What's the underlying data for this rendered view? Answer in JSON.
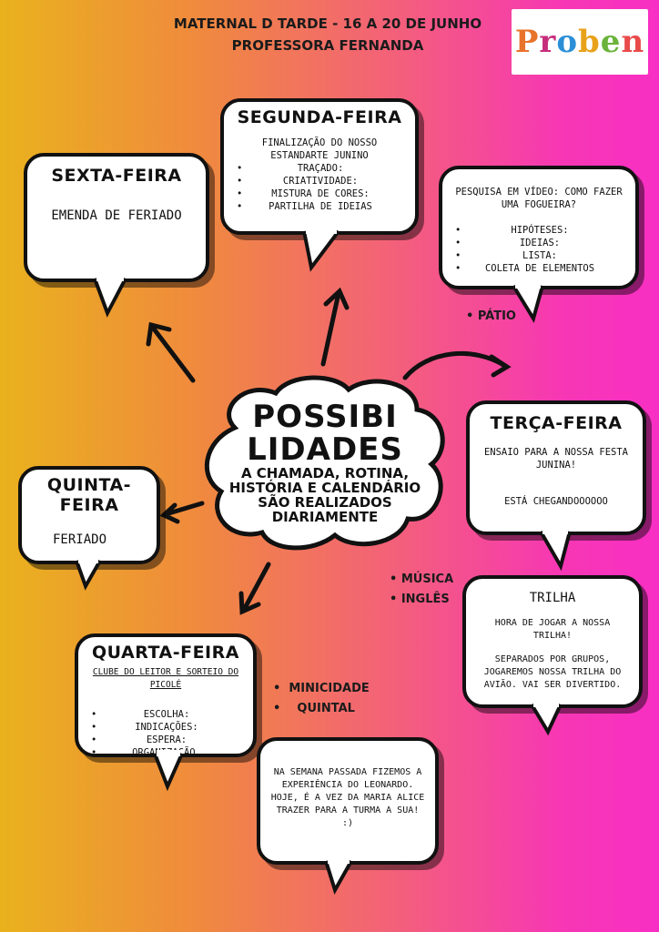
{
  "header": {
    "line1": "MATERNAL D TARDE - 16 A 20 DE JUNHO",
    "line2": "PROFESSORA FERNANDA"
  },
  "logo": {
    "text": "Proben",
    "colors": [
      "#e8732a",
      "#c62d7a",
      "#2a8fd6",
      "#e8a21a",
      "#6bb33a",
      "#e84a4a"
    ]
  },
  "center": {
    "title1": "POSSIBI",
    "title2": "LIDADES",
    "sub1": "A CHAMADA, ROTINA,",
    "sub2": "HISTÓRIA E CALENDÁRIO",
    "sub3": "SÃO REALIZADOS",
    "sub4": "DIARIAMENTE"
  },
  "segunda": {
    "title": "SEGUNDA-FEIRA",
    "intro": "FINALIZAÇÃO DO NOSSO ESTANDARTE JUNINO",
    "items": [
      "TRAÇADO:",
      "CRIATIVIDADE:",
      "MISTURA DE CORES:",
      "PARTILHA DE IDEIAS"
    ]
  },
  "sexta": {
    "title": "SEXTA-FEIRA",
    "text": "EMENDA DE FERIADO"
  },
  "pesquisa": {
    "intro": "PESQUISA EM VÍDEO: COMO FAZER UMA FOGUEIRA?",
    "items": [
      "HIPÓTESES:",
      "IDEIAS:",
      "LISTA:",
      "COLETA DE ELEMENTOS"
    ],
    "side": "PÁTIO"
  },
  "terca": {
    "title": "TERÇA-FEIRA",
    "text1": "ENSAIO PARA A NOSSA FESTA JUNINA!",
    "text2": "ESTÁ CHEGANDOOOOOO"
  },
  "quinta": {
    "title": "QUINTA-FEIRA",
    "text": "FERIADO"
  },
  "trilha": {
    "title": "TRILHA",
    "text1": "HORA DE JOGAR A NOSSA TRILHA!",
    "text2": "SEPARADOS POR GRUPOS, JOGAREMOS NOSSA TRILHA DO AVIÃO. VAI SER DIVERTIDO.",
    "side": [
      "MÚSICA",
      "INGLÊS"
    ]
  },
  "quarta": {
    "title": "QUARTA-FEIRA",
    "subtitle": "CLUBE DO LEITOR E SORTEIO DO PICOLÉ",
    "items": [
      "ESCOLHA:",
      "INDICAÇÕES:",
      "ESPERA:",
      "ORGANIZAÇÃO."
    ],
    "side": [
      "MINICIDADE",
      "QUINTAL"
    ]
  },
  "experiencia": {
    "text": "NA SEMANA PASSADA FIZEMOS A EXPERIÊNCIA DO LEONARDO. HOJE, É A VEZ DA MARIA ALICE TRAZER PARA A TURMA A SUA! :)"
  }
}
